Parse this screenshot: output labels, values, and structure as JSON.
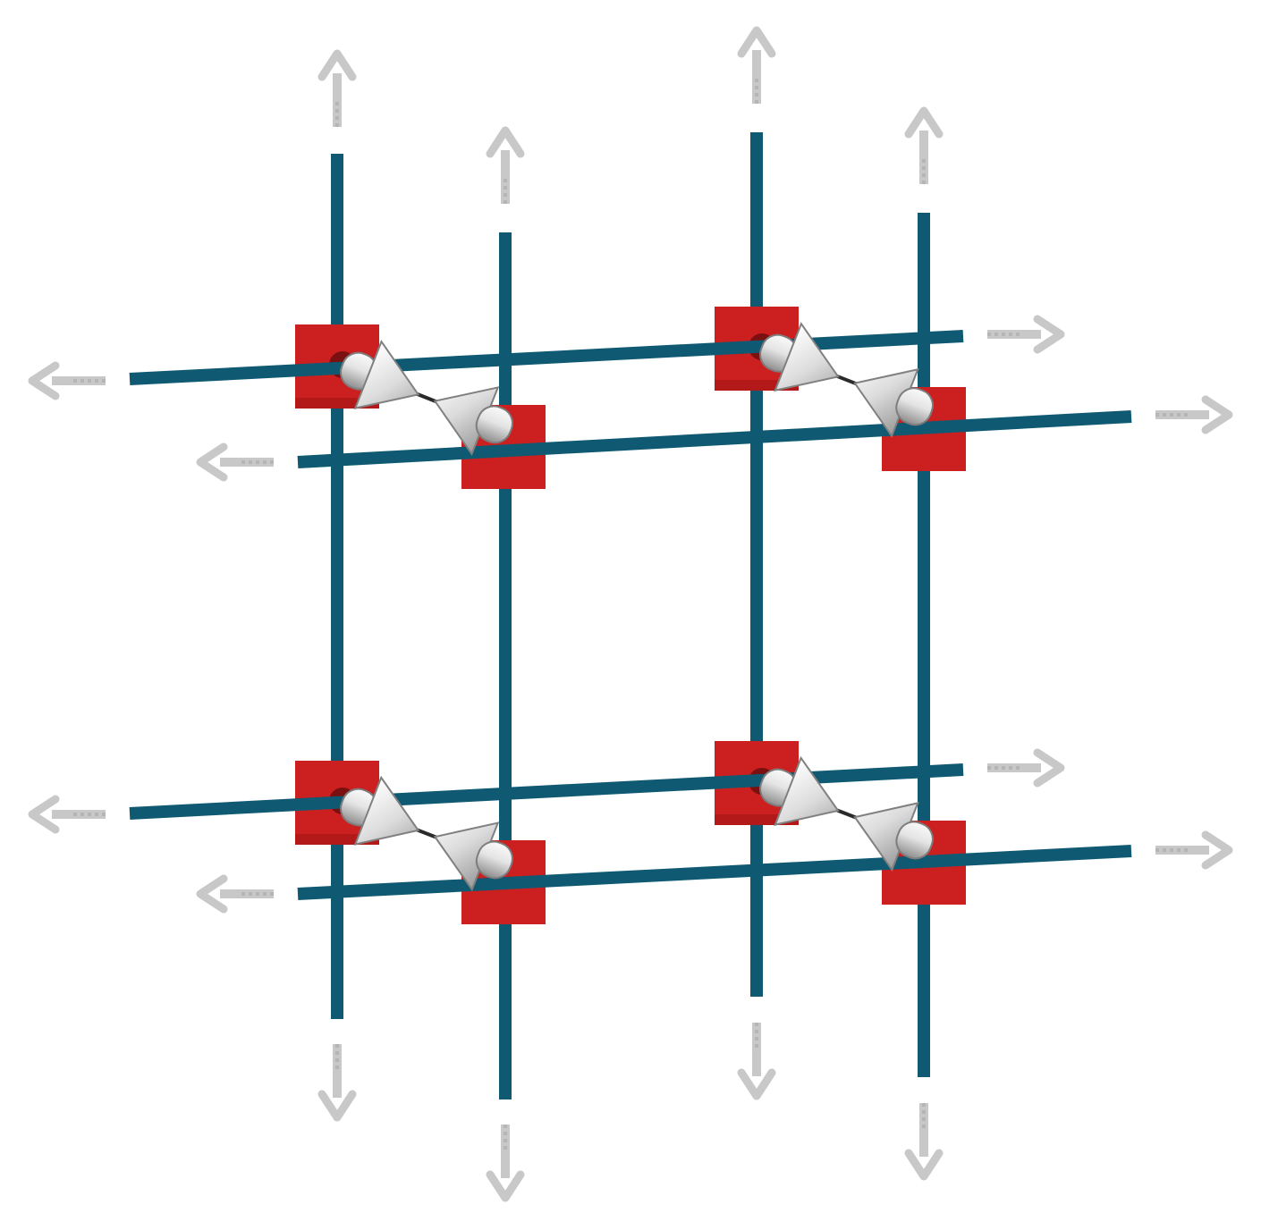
{
  "diagram": {
    "colors": {
      "background": "#ffffff",
      "fiber": "#0f5a72",
      "node": "#cc1f1f",
      "node_shadow": "#9e1414",
      "hole": "#7a1010",
      "needle_light": "#f4f4f4",
      "needle_mid": "#cfcfcf",
      "needle_dark": "#8c8c8c",
      "tension_arrow": "#c8c8c8"
    },
    "icons": {
      "fiber": "line-segment",
      "node": "red-square-node",
      "needle": "double-headed-conical-arrow-icon",
      "tension": "faded-double-arrow-icon"
    },
    "grid": {
      "front_layer_nodes": 4,
      "back_layer_nodes": 4,
      "vertical_fibers": 4,
      "horizontal_fibers": 4
    }
  }
}
